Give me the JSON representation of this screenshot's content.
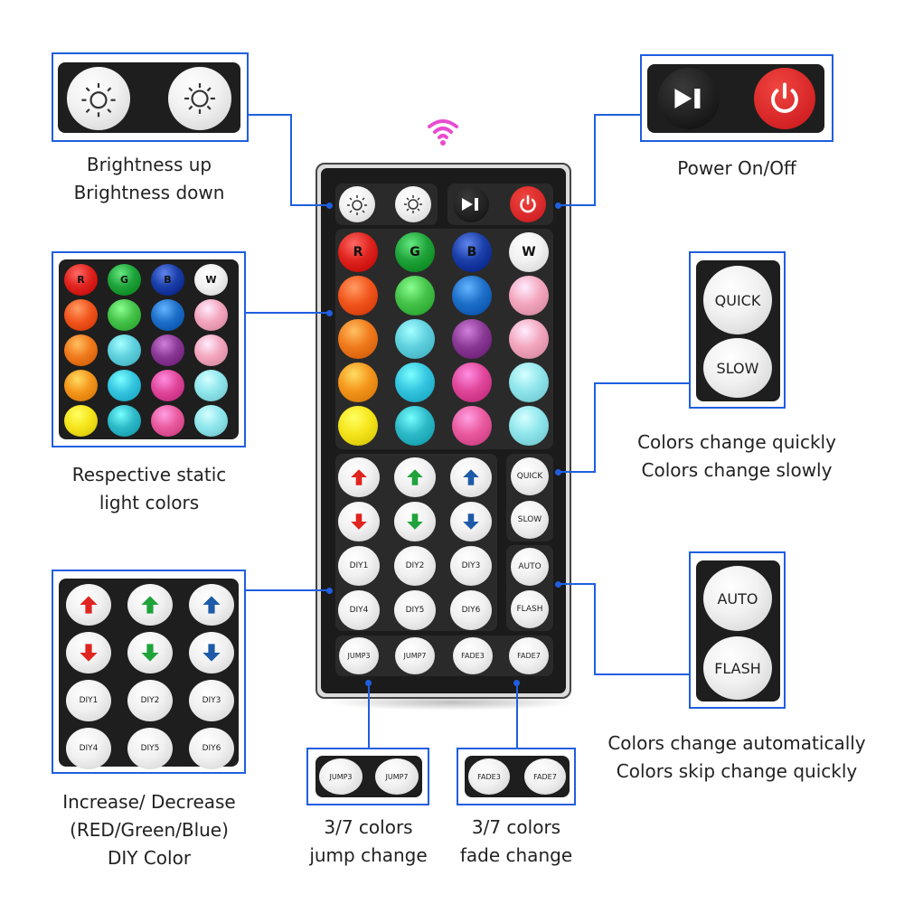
{
  "captions": {
    "brightness": [
      "Brightness up",
      "Brightness down"
    ],
    "power": "Power On/Off",
    "static_colors": [
      "Respective static",
      "light colors"
    ],
    "quick_slow": [
      "Colors change quickly",
      "Colors change slowly"
    ],
    "auto_flash": [
      "Colors change automatically",
      "Colors skip change quickly"
    ],
    "diy": [
      "Increase/ Decrease",
      "(RED/Green/Blue)",
      "DIY Color"
    ],
    "jump": [
      "3/7 colors",
      "jump change"
    ],
    "fade": [
      "3/7 colors",
      "fade change"
    ]
  },
  "color_buttons": {
    "top_row": [
      {
        "label": "R",
        "color": "#e0241f"
      },
      {
        "label": "G",
        "color": "#1fa33a"
      },
      {
        "label": "B",
        "color": "#1b3fa8"
      },
      {
        "label": "W",
        "color": "#ffffff"
      }
    ],
    "rows": [
      [
        "#f2561d",
        "#45c24a",
        "#1e6fc8",
        "#f3a6bd"
      ],
      [
        "#f07a1c",
        "#5fd0de",
        "#8a3a95",
        "#f3a6bd"
      ],
      [
        "#f5961c",
        "#35c5e0",
        "#e0479b",
        "#8fe6ec"
      ],
      [
        "#f6e51c",
        "#2fbac9",
        "#ea5a9e",
        "#8fe6ec"
      ]
    ]
  },
  "arrows": {
    "up": [
      "#e0241f",
      "#1fa33a",
      "#1e5aa8"
    ],
    "down": [
      "#e0241f",
      "#1fa33a",
      "#1e5aa8"
    ]
  },
  "diy_labels": [
    "DIY1",
    "DIY2",
    "DIY3",
    "DIY4",
    "DIY5",
    "DIY6"
  ],
  "mode_labels": {
    "quick": "QUICK",
    "slow": "SLOW",
    "auto": "AUTO",
    "flash": "FLASH"
  },
  "bottom_labels": {
    "jump3": "JUMP3",
    "jump7": "JUMP7",
    "fade3": "FADE3",
    "fade7": "FADE7"
  },
  "icons": {
    "brightness_up": "brightness-up-icon",
    "brightness_down": "brightness-down-icon",
    "play_pause": "play-pause-icon",
    "power": "power-icon",
    "ir_signal": "ir-signal-icon"
  },
  "colors": {
    "accent": "#1f5fe0",
    "power_red": "#e21f26",
    "signal": "#e94bd1"
  }
}
